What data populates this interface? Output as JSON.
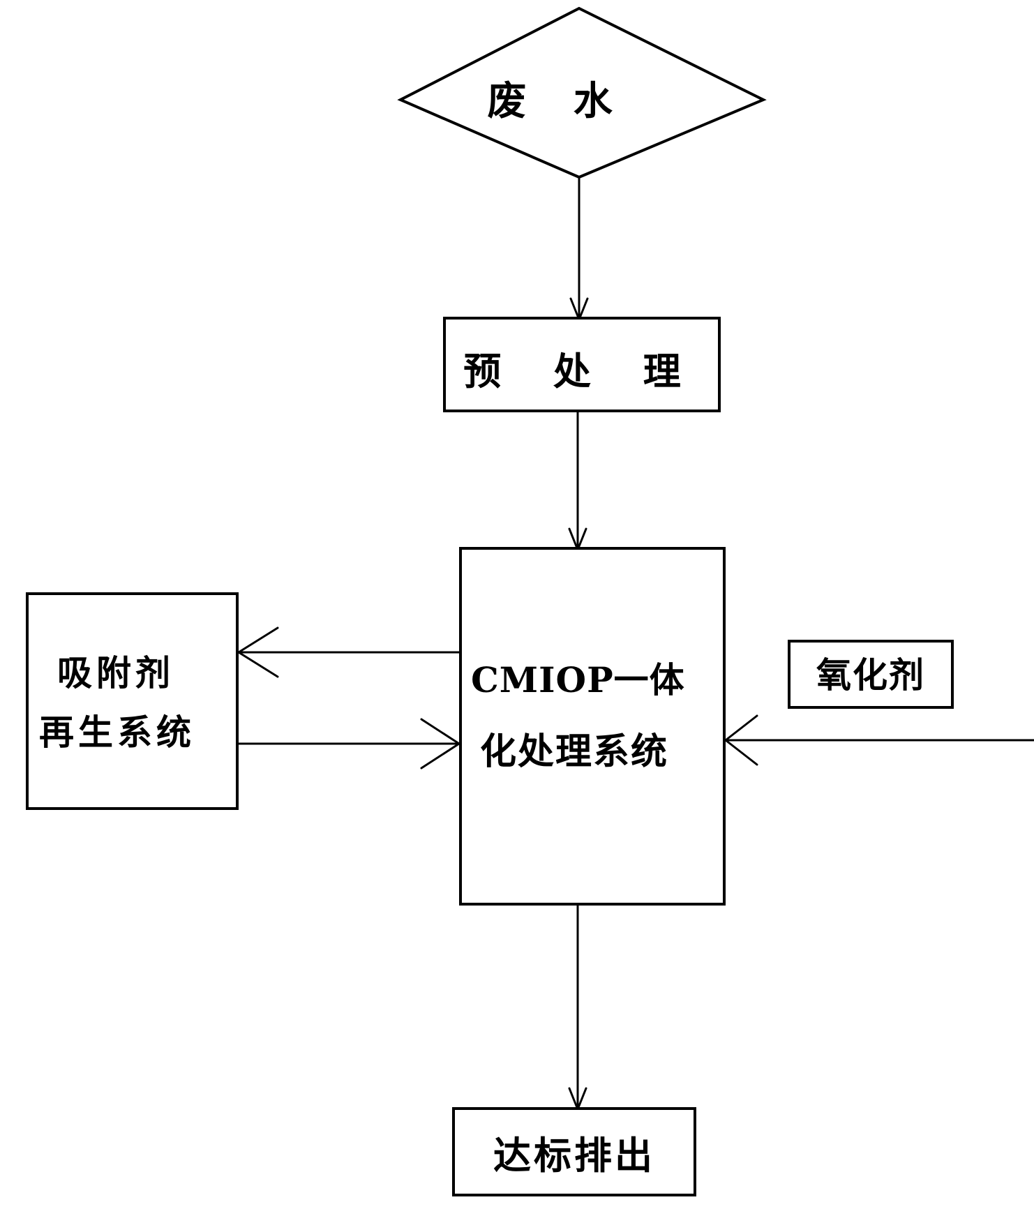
{
  "diagram": {
    "source": {
      "label": "废 水"
    },
    "pretreatment": {
      "label": "预 处 理"
    },
    "center_system": {
      "line1": "CMIOP一体",
      "line2": "化处理系统"
    },
    "regeneration": {
      "line1": "吸附剂",
      "line2": "再生系统"
    },
    "oxidizer": {
      "label": "氧化剂"
    },
    "output": {
      "label": "达标排出"
    }
  }
}
